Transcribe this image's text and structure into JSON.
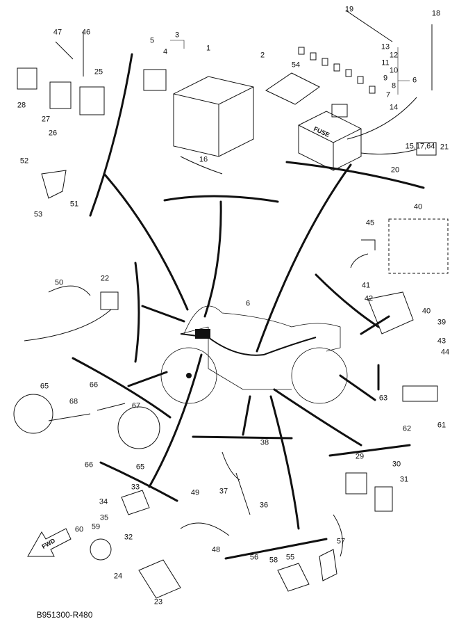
{
  "diagram": {
    "callouts": [
      "19",
      "18",
      "47",
      "46",
      "3",
      "5",
      "4",
      "1",
      "2",
      "13",
      "12",
      "11",
      "10",
      "9",
      "8",
      "6",
      "7",
      "54",
      "14",
      "25",
      "28",
      "27",
      "26",
      "52",
      "51",
      "53",
      "16",
      "15,17,64",
      "21",
      "20",
      "40",
      "45",
      "41",
      "42",
      "40",
      "39",
      "43",
      "44",
      "50",
      "22",
      "6",
      "65",
      "66",
      "68",
      "67",
      "66",
      "65",
      "63",
      "62",
      "61",
      "38",
      "37",
      "36",
      "29",
      "30",
      "31",
      "33",
      "34",
      "35",
      "32",
      "49",
      "48",
      "60",
      "59",
      "24",
      "23",
      "56",
      "58",
      "55",
      "57"
    ],
    "diagram_code": "B951300-R480",
    "forward_arrow_label": "FWD",
    "fuse_box_label": "FUSE"
  }
}
